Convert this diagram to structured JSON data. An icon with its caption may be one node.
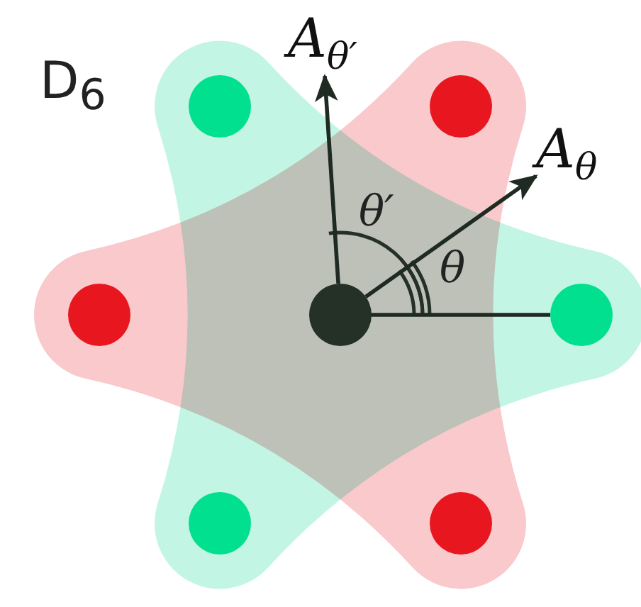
{
  "diagram": {
    "nodes": [
      {
        "text": [
          "A$_{θ′}$"
        ]
      },
      {
        "text": [],
        "shape": "circle"
      },
      {
        "text": [],
        "shape": "circle"
      },
      {
        "text": [
          "A$_{θ}$"
        ]
      },
      {
        "text": [],
        "shape": "circle"
      },
      {
        "text": [],
        "shape": "circle"
      },
      {
        "text": [],
        "shape": "circle"
      },
      {
        "text": [],
        "shape": "circle"
      },
      {
        "text": [],
        "shape": "circle"
      }
    ],
    "edges": [
      {
        "from": 5,
        "to": 0,
        "arrow": "to"
      },
      {
        "from": 5,
        "to": 3,
        "arrow": "to"
      },
      {
        "from": 5,
        "to": 6,
        "arrow": "none"
      }
    ],
    "labels": [
      "D$_{6}$",
      "θ′",
      "θ"
    ]
  }
}
